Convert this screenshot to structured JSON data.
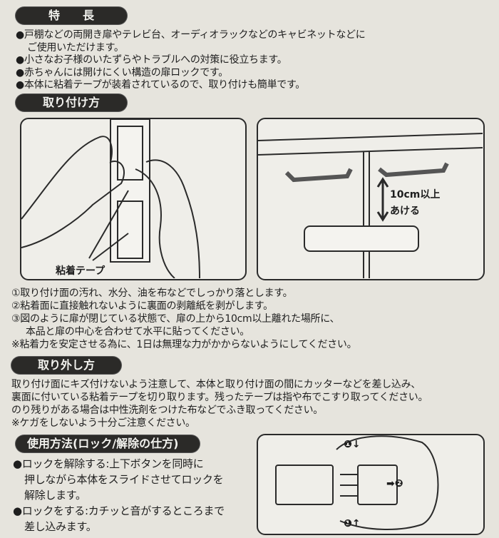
{
  "features": {
    "heading": "特　　長",
    "items": [
      "●戸棚などの両開き扉やテレビ台、オーディオラックなどのキャビネットなどに",
      "ご使用いただけます。",
      "●小さなお子様のいたずらやトラブルへの対策に役立ちます。",
      "●赤ちゃんには開けにくい構造の扉ロックです。",
      "●本体に粘着テープが装着されているので、取り付けも簡単です。"
    ]
  },
  "install": {
    "heading": "取り付け方",
    "caption_tape": "粘着テープ",
    "distance_label_1": "10cm以上",
    "distance_label_2": "あける",
    "steps": [
      "①取り付け面の汚れ、水分、油を布などでしっかり落とします。",
      "②粘着面に直接触れないように裏面の剥離紙を剥がします。",
      "③図のように扉が閉じている状態で、扉の上から10cm以上離れた場所に、",
      "本品と扉の中心を合わせて水平に貼ってください。",
      "※粘着力を安定させる為に、1日は無理な力がかからないようにしてください。"
    ]
  },
  "remove": {
    "heading": "取り外し方",
    "lines": [
      "取り付け面にキズ付けないよう注意して、本体と取り付け面の間にカッターなどを差し込み、",
      "裏面に付いている粘着テープを切り取ります。残ったテープは指や布でこすり取ってください。",
      "のり残りがある場合は中性洗剤をつけた布などでふき取ってください。",
      "※ケガをしないよう十分ご注意ください。"
    ]
  },
  "usage": {
    "heading": "使用方法(ロック/解除の仕方)",
    "lines": [
      "●ロックを解除する:上下ボタンを同時に",
      "押しながら本体をスライドさせてロックを",
      "解除します。",
      "●ロックをする:カチッと音がするところまで",
      "差し込みます。"
    ],
    "marker_1_top": "❶↓",
    "marker_1_bottom": "❶↑",
    "marker_2": "➡❷"
  }
}
